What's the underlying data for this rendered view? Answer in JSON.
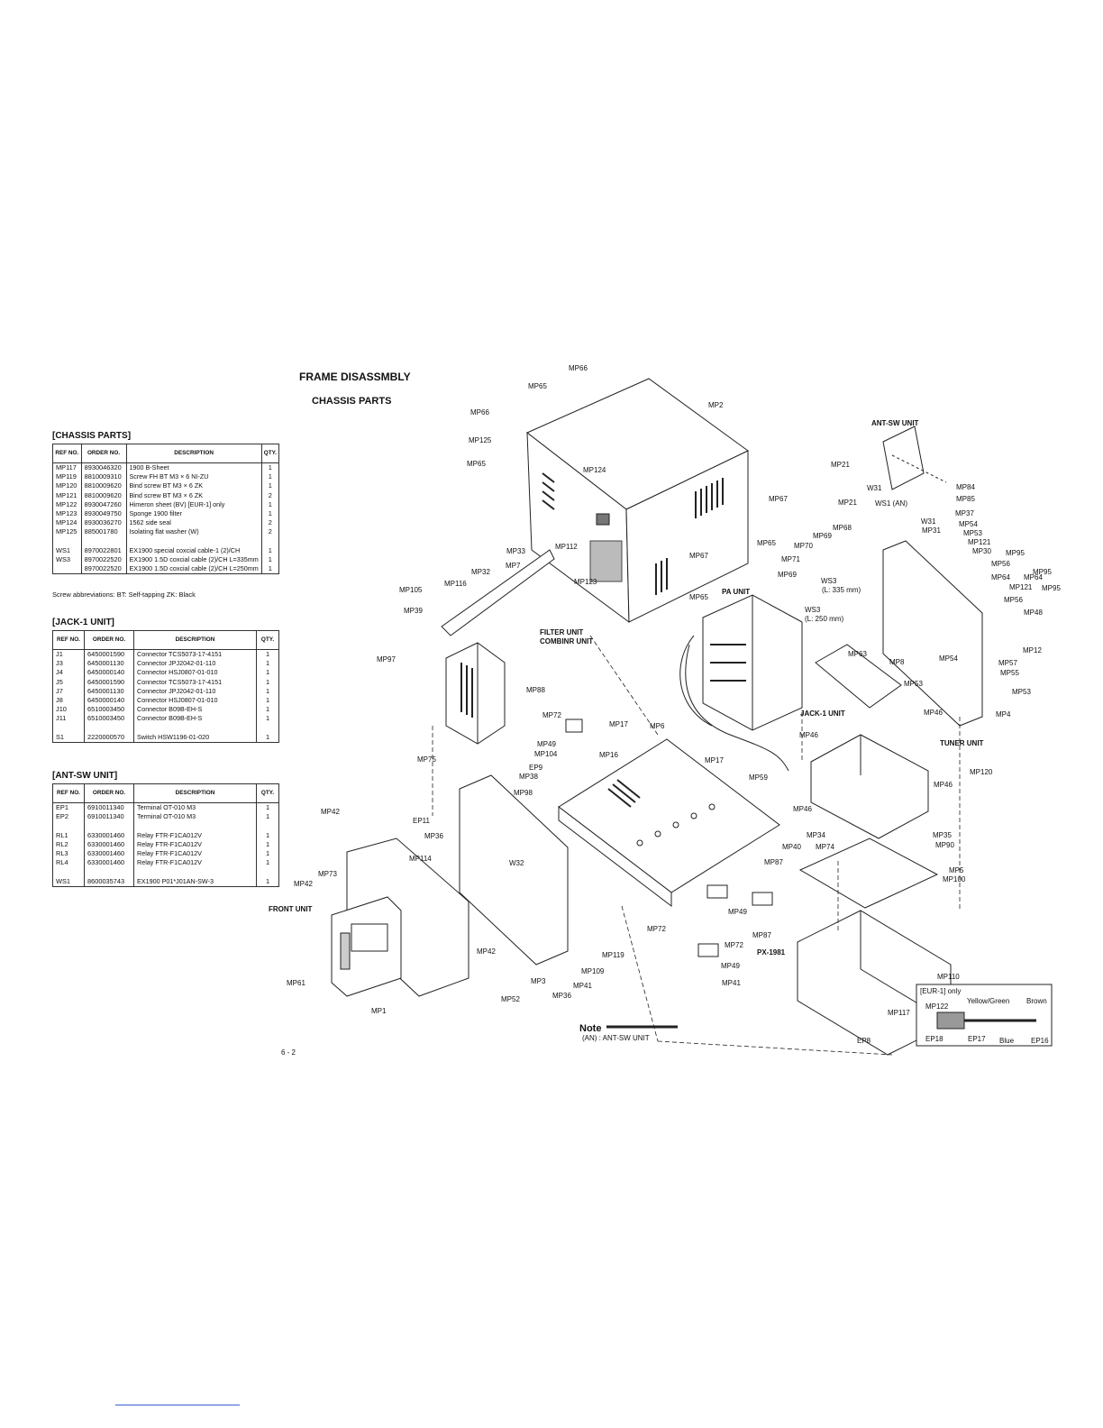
{
  "header": {
    "title": "FRAME DISASSMBLY",
    "subtitle": "CHASSIS PARTS"
  },
  "tables": [
    {
      "id": "chassis",
      "title": "[CHASSIS PARTS]",
      "headers": [
        "REF NO.",
        "ORDER NO.",
        "DESCRIPTION",
        "QTY."
      ],
      "rows": [
        [
          "MP117",
          "8930046320",
          "1900 B-Sheet",
          "1"
        ],
        [
          "MP119",
          "8810009310",
          "Screw FH BT M3 × 6 NI-ZU",
          "1"
        ],
        [
          "MP120",
          "8810009620",
          "Bind screw BT M3 × 6 ZK",
          "1"
        ],
        [
          "MP121",
          "8810009620",
          "Bind screw BT M3 × 6 ZK",
          "2"
        ],
        [
          "MP122",
          "8930047260",
          "Himeron sheet (BV)     [EUR-1] only",
          "1"
        ],
        [
          "MP123",
          "8930049750",
          "Sponge 1900 filter",
          "1"
        ],
        [
          "MP124",
          "8930036270",
          "1562 side seal",
          "2"
        ],
        [
          "MP125",
          "885001780",
          "Isolating flat washer (W)",
          "2"
        ],
        [
          "",
          "",
          "",
          ""
        ],
        [
          "WS1",
          "8970022801",
          "EX1900 special coxcial cable-1 (2)/CH",
          "1"
        ],
        [
          "WS3",
          "8970022520",
          "EX1900 1.5D coxcial cable (2)/CH    L=335mm",
          "1"
        ],
        [
          "",
          "8970022520",
          "EX1900 1.5D coxcial cable (2)/CH    L=250mm",
          "1"
        ]
      ],
      "note": "Screw abbreviations: BT: Self-tapping    ZK: Black"
    },
    {
      "id": "jack",
      "title": "[JACK-1 UNIT]",
      "headers": [
        "REF NO.",
        "ORDER NO.",
        "DESCRIPTION",
        "QTY."
      ],
      "rows": [
        [
          "J1",
          "6450001590",
          "Connector TCS5073-17-4151",
          "1"
        ],
        [
          "J3",
          "6450001130",
          "Connector JPJ2042-01-110",
          "1"
        ],
        [
          "J4",
          "6450000140",
          "Connector HSJ0807-01-010",
          "1"
        ],
        [
          "J5",
          "6450001590",
          "Connector TCS5073-17-4151",
          "1"
        ],
        [
          "J7",
          "6450001130",
          "Connector JPJ2042-01-110",
          "1"
        ],
        [
          "J8",
          "6450000140",
          "Connector HSJ0807-01-010",
          "1"
        ],
        [
          "J10",
          "6510003450",
          "Connector B09B-EH-S",
          "1"
        ],
        [
          "J11",
          "6510003450",
          "Connector B09B-EH-S",
          "1"
        ],
        [
          "",
          "",
          "",
          ""
        ],
        [
          "S1",
          "2220000570",
          "Switch HSW1196-01-020",
          "1"
        ]
      ]
    },
    {
      "id": "antsw",
      "title": "[ANT-SW UNIT]",
      "headers": [
        "REF NO.",
        "ORDER NO.",
        "DESCRIPTION",
        "QTY."
      ],
      "rows": [
        [
          "EP1",
          "6910011340",
          "Terminal OT-010 M3",
          "1"
        ],
        [
          "EP2",
          "6910011340",
          "Terminal OT-010 M3",
          "1"
        ],
        [
          "",
          "",
          "",
          ""
        ],
        [
          "RL1",
          "6330001460",
          "Relay FTR-F1CA012V",
          "1"
        ],
        [
          "RL2",
          "6330001460",
          "Relay FTR-F1CA012V",
          "1"
        ],
        [
          "RL3",
          "6330001460",
          "Relay FTR-F1CA012V",
          "1"
        ],
        [
          "RL4",
          "6330001460",
          "Relay FTR-F1CA012V",
          "1"
        ],
        [
          "",
          "",
          "",
          ""
        ],
        [
          "WS1",
          "8600035743",
          "EX1900 P01*J01AN-SW-3",
          "1"
        ]
      ]
    }
  ],
  "diagram": {
    "unit_labels": {
      "ant_sw": "ANT-SW UNIT",
      "pa": "PA UNIT",
      "filter": "FILTER UNIT",
      "combinr": "COMBINR UNIT",
      "jack1": "JACK-1 UNIT",
      "tuner": "TUNER UNIT",
      "front": "FRONT UNIT",
      "px": "PX-1981"
    },
    "callouts": [
      "MP66",
      "MP65",
      "MP66",
      "MP2",
      "MP125",
      "MP65",
      "MP124",
      "MP112",
      "MP123",
      "MP67",
      "MP67",
      "MP65",
      "MP65",
      "MP33",
      "MP7",
      "MP32",
      "MP116",
      "MP105",
      "MP39",
      "MP97",
      "MP88",
      "MP21",
      "W31",
      "MP21",
      "WS1 (AN)",
      "MP84",
      "MP85",
      "W31",
      "MP31",
      "MP37",
      "MP54",
      "MP53",
      "MP121",
      "MP30",
      "MP95",
      "MP56",
      "MP64",
      "MP95",
      "MP121",
      "MP95",
      "MP56",
      "MP64",
      "MP48",
      "MP12",
      "MP57",
      "MP55",
      "MP53",
      "MP4",
      "MP54",
      "MP68",
      "MP69",
      "MP70",
      "MP71",
      "MP69",
      "WS3",
      "(L: 335 mm)",
      "WS3",
      "(L: 250 mm)",
      "MP63",
      "MP8",
      "MP53",
      "MP46",
      "MP46",
      "MP120",
      "MP46",
      "MP46",
      "MP35",
      "MP90",
      "MP5",
      "MP100",
      "MP34",
      "MP40",
      "MP74",
      "MP87",
      "MP59",
      "MP17",
      "MP6",
      "MP17",
      "MP16",
      "MP72",
      "MP49",
      "MP104",
      "EP9",
      "MP38",
      "MP98",
      "MP75",
      "EP11",
      "MP36",
      "MP114",
      "W32",
      "MP42",
      "MP73",
      "MP42",
      "MP61",
      "MP1",
      "MP42",
      "MP52",
      "MP3",
      "MP36",
      "MP41",
      "MP109",
      "MP119",
      "MP72",
      "MP49",
      "MP87",
      "MP72",
      "MP49",
      "MP41",
      "MP110",
      "MP117",
      "EP8"
    ],
    "eur_box": {
      "title": "[EUR-1] only",
      "labels": [
        "MP122",
        "Yellow/Green",
        "Brown",
        "EP18",
        "EP17",
        "Blue",
        "EP16"
      ]
    },
    "note": {
      "title": "Note",
      "text": "(AN)    :  ANT-SW UNIT"
    }
  },
  "footer": {
    "page": "6 - 2"
  }
}
